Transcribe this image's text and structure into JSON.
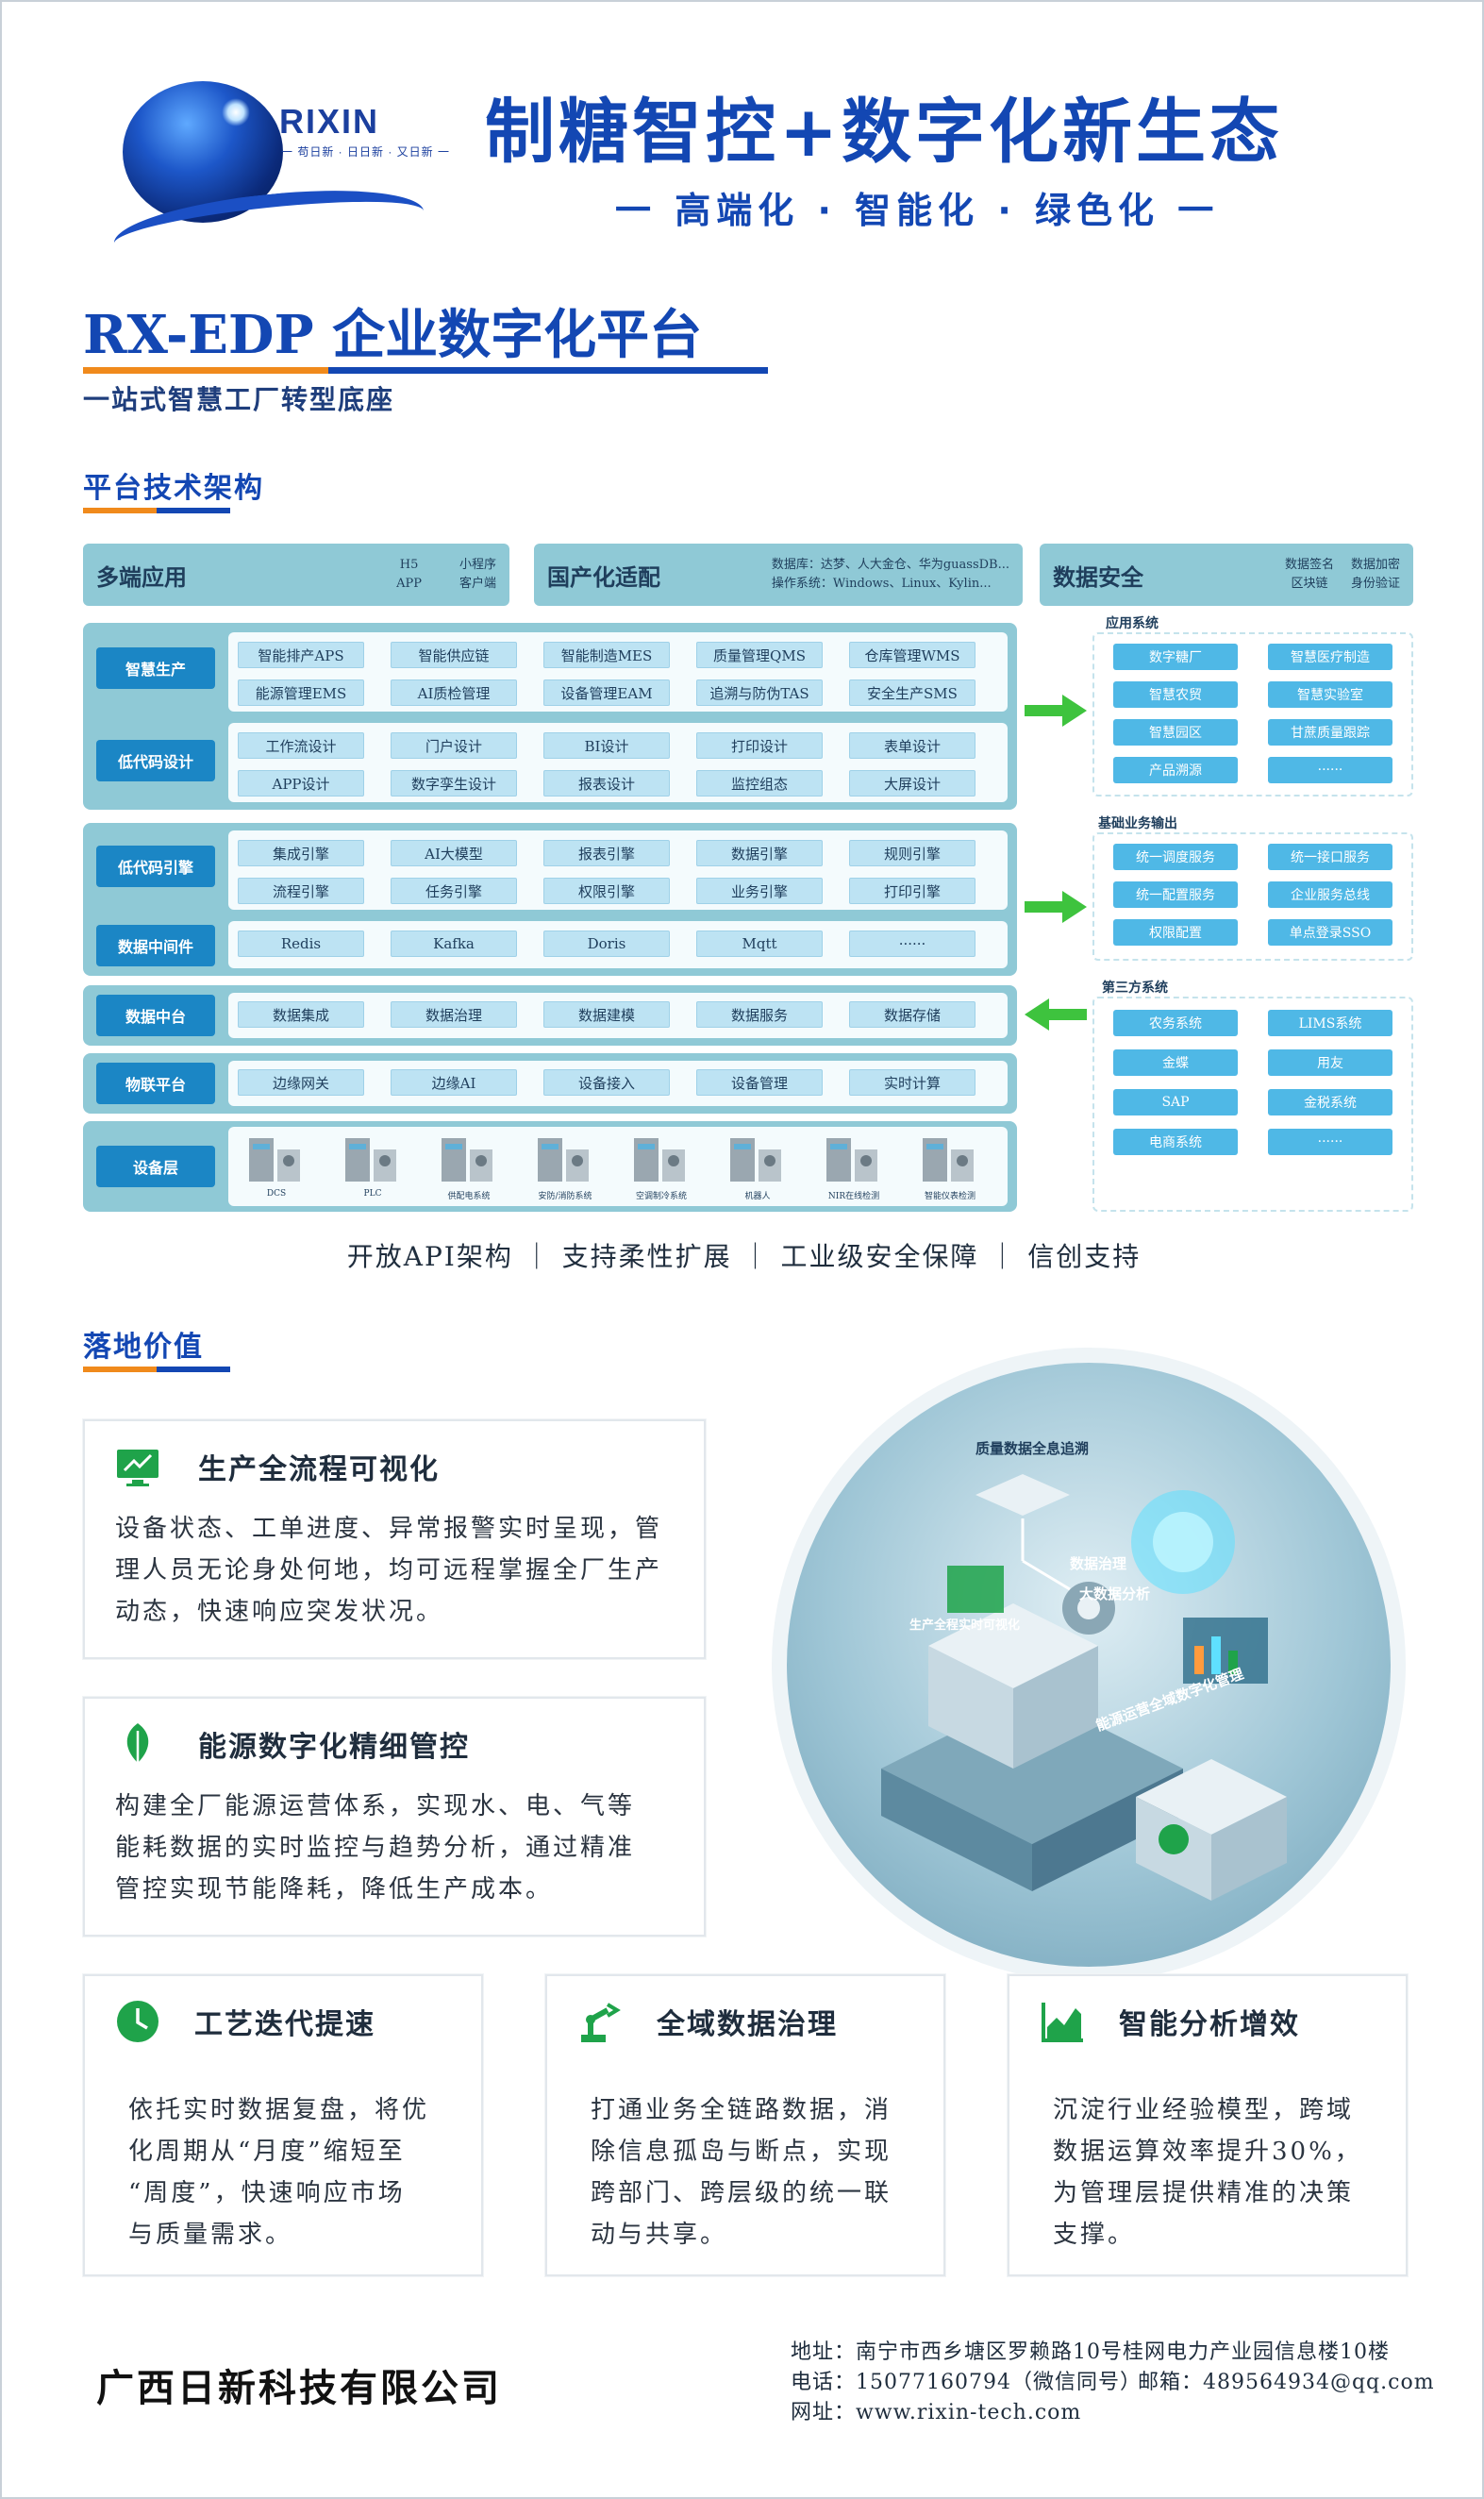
{
  "header": {
    "logo_name": "RIXIN",
    "logo_slogan": "一 苟日新 · 日日新 · 又日新 一",
    "title": "制糖智控+数字化新生态",
    "subtitle": "一 高端化 · 智能化 · 绿色化 一"
  },
  "platform": {
    "title": "RX-EDP 企业数字化平台",
    "subtitle": "一站式智慧工厂转型底座"
  },
  "architecture": {
    "section_title": "平台技术架构",
    "top": {
      "multi": {
        "name": "多端应用",
        "a": "H5",
        "b": "APP",
        "c": "小程序",
        "d": "客户端"
      },
      "domestic": {
        "name": "国产化适配",
        "line1": "数据库：达梦、人大金仓、华为guassDB...",
        "line2": "操作系统：Windows、Linux、Kylin..."
      },
      "security": {
        "name": "数据安全",
        "a": "数据签名",
        "b": "区块链",
        "c": "数据加密",
        "d": "身份验证"
      }
    },
    "layers": {
      "smart_production": {
        "tag": "智慧生产",
        "items": [
          "智能排产APS",
          "智能供应链",
          "智能制造MES",
          "质量管理QMS",
          "仓库管理WMS",
          "能源管理EMS",
          "AI质检管理",
          "设备管理EAM",
          "追溯与防伪TAS",
          "安全生产SMS"
        ]
      },
      "lowcode_design": {
        "tag": "低代码设计",
        "items": [
          "工作流设计",
          "门户设计",
          "BI设计",
          "打印设计",
          "表单设计",
          "APP设计",
          "数字孪生设计",
          "报表设计",
          "监控组态",
          "大屏设计"
        ]
      },
      "lowcode_engine": {
        "tag": "低代码引擎",
        "items": [
          "集成引擎",
          "AI大模型",
          "报表引擎",
          "数据引擎",
          "规则引擎",
          "流程引擎",
          "任务引擎",
          "权限引擎",
          "业务引擎",
          "打印引擎"
        ]
      },
      "middleware": {
        "tag": "数据中间件",
        "items": [
          "Redis",
          "Kafka",
          "Doris",
          "Mqtt",
          "······"
        ]
      },
      "data_center": {
        "tag": "数据中台",
        "items": [
          "数据集成",
          "数据治理",
          "数据建模",
          "数据服务",
          "数据存储"
        ]
      },
      "iot": {
        "tag": "物联平台",
        "items": [
          "边缘网关",
          "边缘AI",
          "设备接入",
          "设备管理",
          "实时计算"
        ]
      },
      "device": {
        "tag": "设备层",
        "items": [
          "DCS",
          "PLC",
          "供配电系统",
          "安防/消防系统",
          "空调制冷系统",
          "机器人",
          "NIR在线检测",
          "智能仪表检测"
        ]
      }
    },
    "right": {
      "apps": {
        "label": "应用系统",
        "items": [
          "数字糖厂",
          "智慧医疗制造",
          "智慧农贸",
          "智慧实验室",
          "智慧园区",
          "甘蔗质量跟踪",
          "产品溯源",
          "······"
        ]
      },
      "base": {
        "label": "基础业务输出",
        "items": [
          "统一调度服务",
          "统一接口服务",
          "统一配置服务",
          "企业服务总线",
          "权限配置",
          "单点登录SSO"
        ]
      },
      "third": {
        "label": "第三方系统",
        "items": [
          "农务系统",
          "LIMS系统",
          "金蝶",
          "用友",
          "SAP",
          "金税系统",
          "电商系统",
          "······"
        ]
      }
    },
    "features": "开放API架构 ｜ 支持柔性扩展 ｜ 工业级安全保障 ｜ 信创支持"
  },
  "value": {
    "section_title": "落地价值",
    "cards": [
      {
        "title": "生产全流程可视化",
        "lines": [
          "设备状态、工单进度、异常报警实时呈现，管",
          "理人员无论身处何地，均可远程掌握全厂生产",
          "动态，快速响应突发状况。"
        ]
      },
      {
        "title": "能源数字化精细管控",
        "lines": [
          "构建全厂能源运营体系，实现水、电、气等",
          "能耗数据的实时监控与趋势分析，通过精准",
          "管控实现节能降耗，降低生产成本。"
        ]
      },
      {
        "title": "工艺迭代提速",
        "lines": [
          "依托实时数据复盘，将优",
          "化周期从“月度”缩短至",
          "“周度”，快速响应市场",
          "与质量需求。"
        ]
      },
      {
        "title": "全域数据治理",
        "lines": [
          "打通业务全链路数据，消",
          "除信息孤岛与断点，实现",
          "跨部门、跨层级的统一联",
          "动与共享。"
        ]
      },
      {
        "title": "智能分析增效",
        "lines": [
          "沉淀行业经验模型，跨域",
          "数据运算效率提升30%，",
          "为管理层提供精准的决策",
          "支撑。"
        ]
      }
    ],
    "image_labels": [
      "质量数据全息追溯",
      "数据治理",
      "大数据分析",
      "生产全程实时可视化",
      "能源运营全域数字化管理"
    ]
  },
  "footer": {
    "company": "广西日新科技有限公司",
    "address": "地址：南宁市西乡塘区罗赖路10号桂网电力产业园信息楼10楼",
    "phone": "电话：15077160794（微信同号）",
    "email": "邮箱：489564934@qq.com",
    "website": "网址：www.rixin-tech.com"
  },
  "colors": {
    "brand": "#1347b3",
    "accent": "#f08a1c",
    "layer_bg": "#8fc9d6",
    "chip_bg": "#bde3f3",
    "tag_bg": "#1b86c5",
    "right_chip": "#4fb8e6",
    "arrow": "#3ec33e",
    "icon_green": "#1fa34a"
  }
}
